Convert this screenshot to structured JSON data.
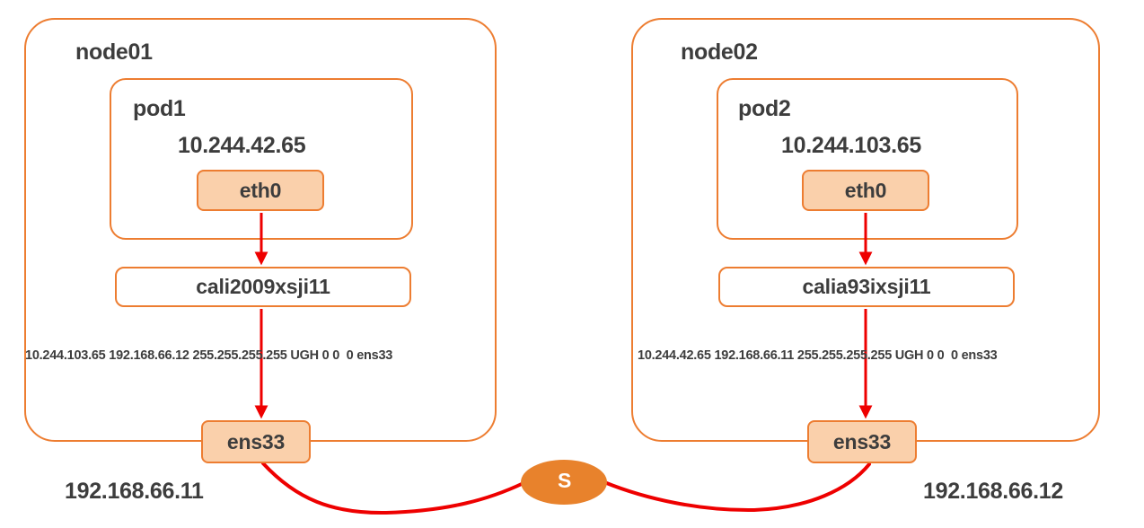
{
  "colors": {
    "border_orange": "#ED7D31",
    "fill_peach": "#FAD0AB",
    "switch_orange": "#E8822C",
    "arrow_red": "#EE0000",
    "link_red": "#EE0000",
    "text_dark": "#3d3d3d",
    "background": "#ffffff"
  },
  "nodes": [
    {
      "id": "node01",
      "label": "node01",
      "host_ip": "192.168.66.11",
      "pod": {
        "label": "pod1",
        "ip": "10.244.42.65",
        "interface": "eth0"
      },
      "veth": "cali2009xsji11",
      "uplink_interface": "ens33",
      "route": {
        "text": "10.244.103.65 192.168.66.12 255.255.255.255 UGH 0 0  0 ens33",
        "destination": "10.244.103.65",
        "gateway": "192.168.66.12",
        "genmask": "255.255.255.255",
        "flags": "UGH",
        "metric": "0",
        "ref": "0",
        "use": "0",
        "iface": "ens33"
      }
    },
    {
      "id": "node02",
      "label": "node02",
      "host_ip": "192.168.66.12",
      "pod": {
        "label": "pod2",
        "ip": "10.244.103.65",
        "interface": "eth0"
      },
      "veth": "calia93ixsji11",
      "uplink_interface": "ens33",
      "route": {
        "text": "10.244.42.65 192.168.66.11 255.255.255.255 UGH 0 0  0 ens33",
        "destination": "10.244.42.65",
        "gateway": "192.168.66.11",
        "genmask": "255.255.255.255",
        "flags": "UGH",
        "metric": "0",
        "ref": "0",
        "use": "0",
        "iface": "ens33"
      }
    }
  ],
  "switch": {
    "label": "S",
    "name": "switch"
  }
}
